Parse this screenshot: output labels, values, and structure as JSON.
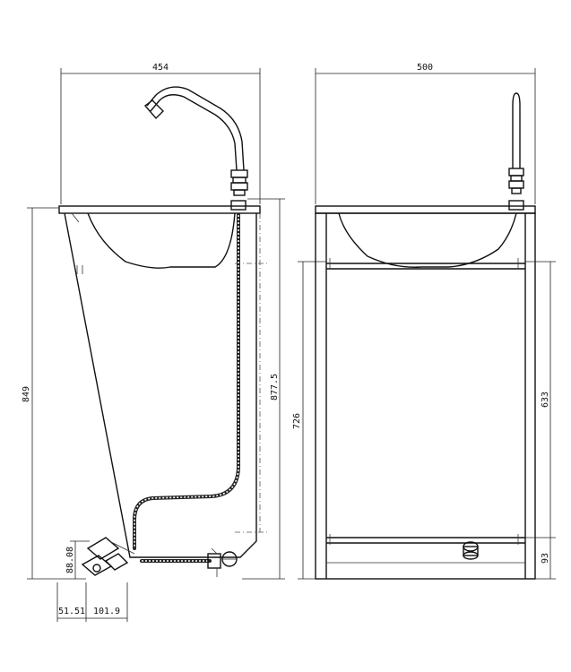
{
  "dimensions": {
    "side_width": "454",
    "front_width": "500",
    "side_total_height": "849",
    "side_height_to_outlet": "877.5",
    "front_leg_height": "726",
    "front_inner_height": "633",
    "front_base_height": "93",
    "valve_height": "88.08",
    "valve_offset": "51.51",
    "valve_spacing": "101.9"
  },
  "colors": {
    "line": "#111111",
    "background": "#ffffff"
  }
}
